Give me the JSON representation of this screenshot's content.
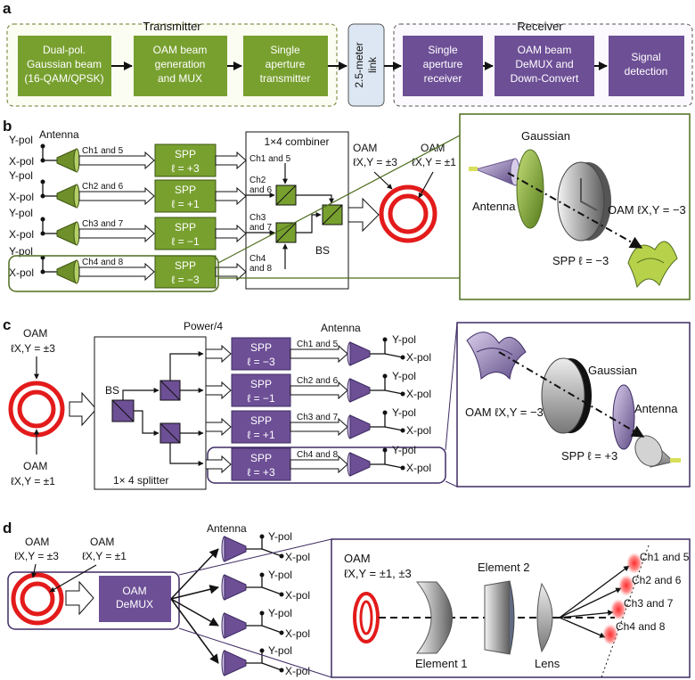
{
  "panel_labels": {
    "a": "a",
    "b": "b",
    "c": "c",
    "d": "d"
  },
  "colors": {
    "green": "#78a02f",
    "green_dark": "#4f6d1f",
    "purple": "#6d4f96",
    "purple_dark": "#3e2c63",
    "link": "#dce7f3",
    "ring": "#e31b1b"
  },
  "panel_a": {
    "transmitter_title": "Transmitter",
    "receiver_title": "Receiver",
    "tx_box1": [
      "Dual-pol.",
      "Gaussian beam",
      "(16-QAM/QPSK)"
    ],
    "tx_box2": [
      "OAM beam",
      "generation",
      "and MUX"
    ],
    "tx_box3": [
      "Single",
      "aperture",
      "transmitter"
    ],
    "link": [
      "2.5-meter",
      "link"
    ],
    "rx_box1": [
      "Single",
      "aperture",
      "receiver"
    ],
    "rx_box2": [
      "OAM beam",
      "DeMUX and",
      "Down-Convert"
    ],
    "rx_box3": [
      "Signal",
      "detection"
    ]
  },
  "panel_b": {
    "antenna": "Antenna",
    "y_pol": "Y-pol",
    "x_pol": "X-pol",
    "channels": [
      "Ch1 and 5",
      "Ch2 and 6",
      "Ch3 and 7",
      "Ch4 and 8"
    ],
    "spp": "SPP",
    "spp_l": [
      "ℓ = +3",
      "ℓ = +1",
      "ℓ = −1",
      "ℓ = −3"
    ],
    "combiner_title": "1×4 combiner",
    "combiner_inputs": [
      [
        "Ch1 and 5"
      ],
      [
        "Ch2",
        "and 6"
      ],
      [
        "Ch3",
        "and 7"
      ],
      [
        "Ch4",
        "and 8"
      ]
    ],
    "bs": "BS",
    "oam3": "OAM",
    "oam3_l": "ℓX,Y = ±3",
    "oam1": "OAM",
    "oam1_l": "ℓX,Y = ±1",
    "inset_gaussian": "Gaussian",
    "inset_antenna": "Antenna",
    "inset_oam": "OAM ℓX,Y = −3",
    "inset_spp": "SPP ℓ = −3"
  },
  "panel_c": {
    "oam_top": "OAM",
    "oam_top_l": "ℓX,Y = ±3",
    "oam_bot": "OAM",
    "oam_bot_l": "ℓX,Y = ±1",
    "power": "Power/4",
    "antenna": "Antenna",
    "bs": "BS",
    "splitter": "1× 4 splitter",
    "spp": "SPP",
    "spp_l": [
      "ℓ = −3",
      "ℓ = −1",
      "ℓ = +1",
      "ℓ = +3"
    ],
    "channels": [
      "Ch1 and 5",
      "Ch2 and 6",
      "Ch3 and 7",
      "Ch4 and 8"
    ],
    "y_pol": "Y-pol",
    "x_pol": "X-pol",
    "inset_oam": "OAM ℓX,Y = −3",
    "inset_gaussian": "Gaussian",
    "inset_antenna": "Antenna",
    "inset_spp": "SPP ℓ = +3"
  },
  "panel_d": {
    "oam3": "OAM",
    "oam3_l": "ℓX,Y = ±3",
    "oam1": "OAM",
    "oam1_l": "ℓX,Y = ±1",
    "demux": [
      "OAM",
      "DeMUX"
    ],
    "antenna": "Antenna",
    "y_pol": "Y-pol",
    "x_pol": "X-pol",
    "inset_oam": "OAM",
    "inset_oam_l": "ℓX,Y = ±1, ±3",
    "element1": "Element 1",
    "element2": "Element 2",
    "lens": "Lens",
    "channels": [
      "Ch1 and 5",
      "Ch2 and 6",
      "Ch3 and 7",
      "Ch4 and 8"
    ]
  }
}
